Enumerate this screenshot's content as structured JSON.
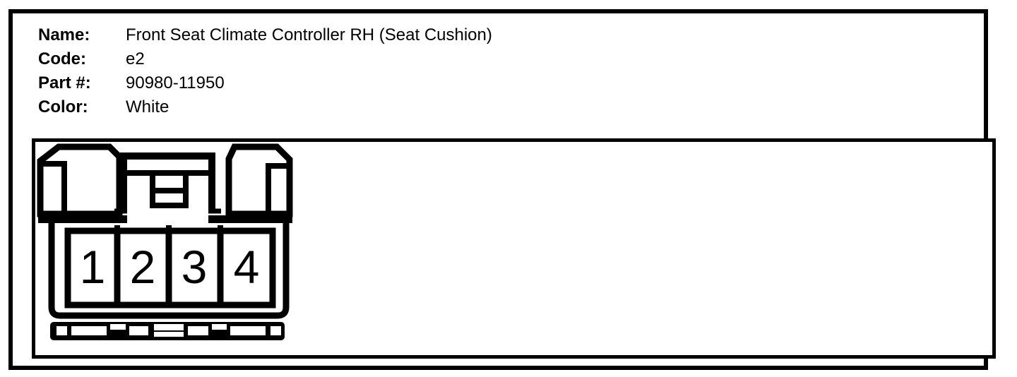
{
  "header": {
    "fields": [
      {
        "label": "Name:",
        "value": "Front Seat Climate Controller RH (Seat Cushion)"
      },
      {
        "label": "Code:",
        "value": "e2"
      },
      {
        "label": "Part #:",
        "value": "90980-11950"
      },
      {
        "label": "Color:",
        "value": "White"
      }
    ]
  },
  "connector": {
    "pins": [
      "1",
      "2",
      "3",
      "4"
    ],
    "pin_count": 4,
    "colors": {
      "line": "#000000",
      "background": "#ffffff"
    }
  }
}
